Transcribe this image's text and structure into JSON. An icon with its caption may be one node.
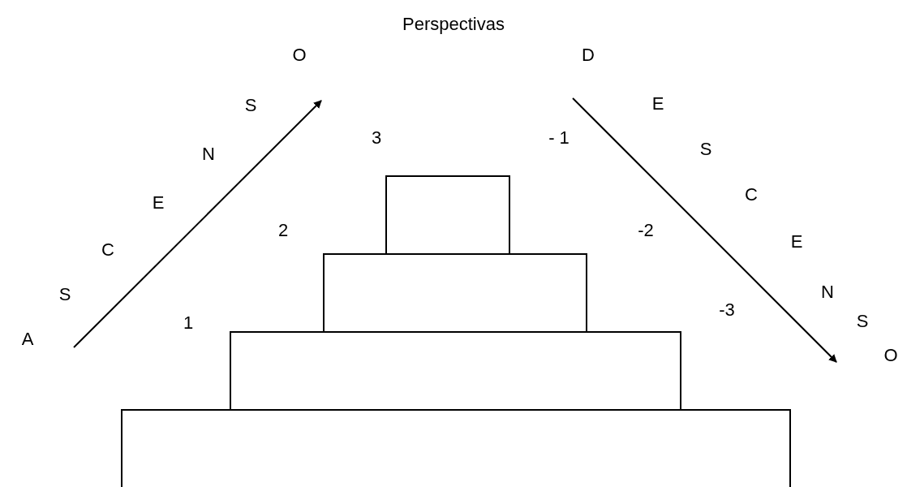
{
  "diagram": {
    "title": "Perspectivas",
    "nodes": [
      {
        "text": [],
        "shape": "box"
      },
      {
        "text": [],
        "shape": "box"
      },
      {
        "text": [],
        "shape": "box"
      },
      {
        "text": [],
        "shape": "box"
      }
    ],
    "labels": [
      "A",
      "S",
      "C",
      "E",
      "N",
      "S",
      "O",
      "D",
      "E",
      "S",
      "C",
      "E",
      "N",
      "S",
      "O",
      "3",
      "2",
      "1",
      "- 1",
      "-2",
      "-3"
    ]
  }
}
